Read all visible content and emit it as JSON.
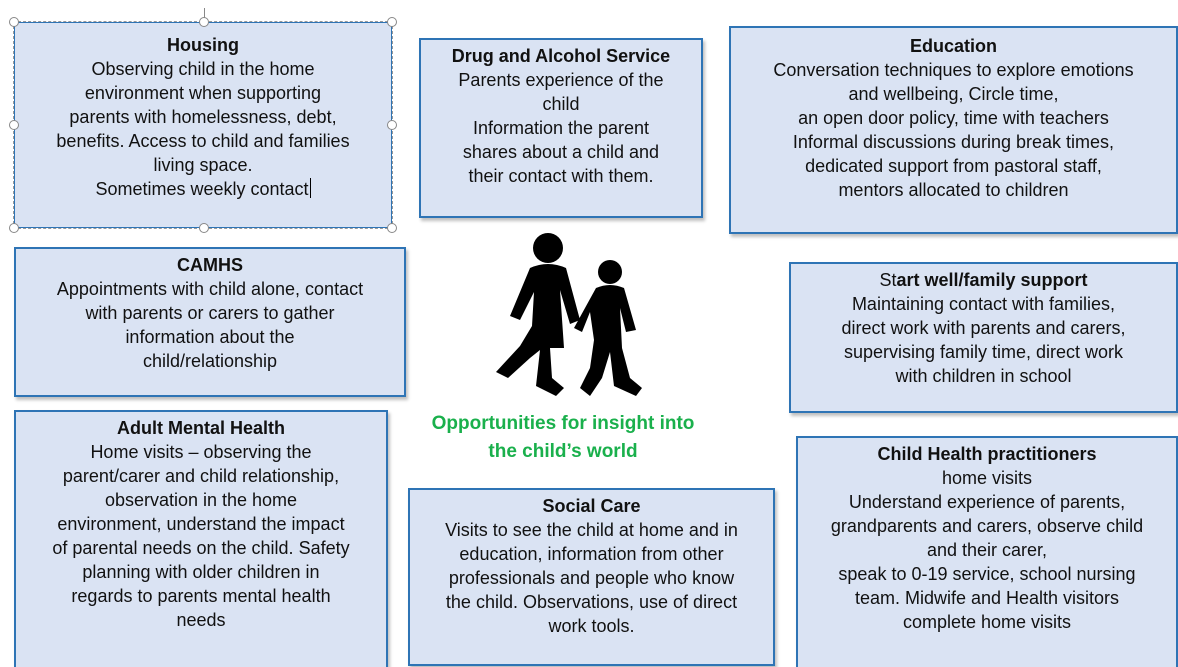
{
  "boxes": {
    "housing": {
      "title": "Housing",
      "body": "Observing child in the home\nenvironment when supporting\nparents with homelessness, debt,\nbenefits. Access to child and families\nliving space.\nSometimes weekly contact"
    },
    "drug_alcohol": {
      "title": "Drug and Alcohol Service",
      "body": "Parents experience of the\nchild\nInformation the parent\nshares about a child and\ntheir contact with them."
    },
    "education": {
      "title": "Education",
      "body": "Conversation techniques to explore emotions\nand wellbeing, Circle time,\nan open door policy, time with teachers\nInformal discussions during break times,\ndedicated support from pastoral staff,\nmentors allocated to children"
    },
    "camhs": {
      "title": "CAMHS",
      "body": "Appointments with child alone, contact\nwith parents or carers to gather\ninformation about the\nchild/relationship"
    },
    "start_well": {
      "title_plain": "St",
      "title_bold": "art well/family support",
      "body": "Maintaining contact with families,\ndirect work with parents and carers,\nsupervising family time, direct work\nwith children in school"
    },
    "adult_mental_health": {
      "title": "Adult Mental Health",
      "body": "Home visits – observing the\nparent/carer and child relationship,\nobservation in the home\nenvironment, understand the impact\nof parental needs on the child. Safety\nplanning with older children in\nregards to parents mental health\nneeds"
    },
    "social_care": {
      "title": "Social Care",
      "body": "Visits to see the child at home and in\neducation, information from other\nprofessionals and people who know\nthe child. Observations, use of direct\nwork tools."
    },
    "child_health": {
      "title": "Child Health practitioners",
      "body": "home visits\nUnderstand experience of parents,\ngrandparents and carers, observe child\nand their carer,\nspeak to 0-19 service, school nursing\nteam. Midwife and Health visitors\ncomplete home visits"
    }
  },
  "center": {
    "caption": "Opportunities for insight into\nthe child’s world",
    "icon": "children-walking-icon"
  },
  "colors": {
    "box_fill": "#dae3f3",
    "box_border": "#2e74b5",
    "caption": "#1ab04c"
  }
}
